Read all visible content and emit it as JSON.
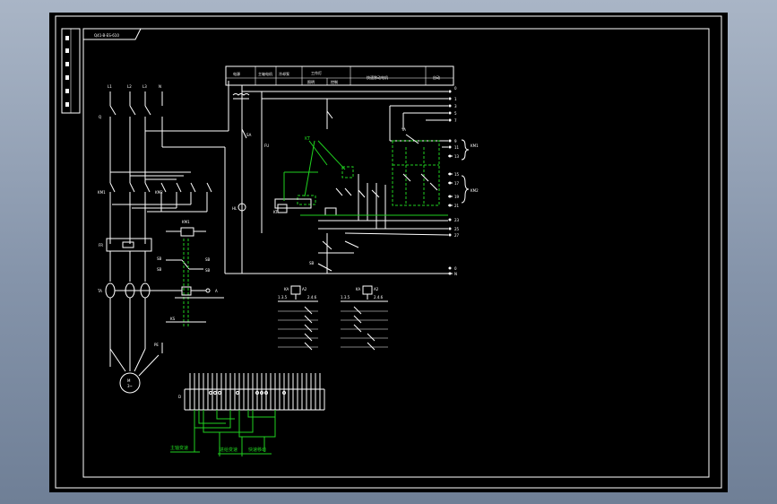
{
  "title_block": {
    "drawing_no": "Q41-B-ES-610"
  },
  "header_table": {
    "cells": [
      "电源",
      "主轴电机",
      "冷却泵",
      "工作灯",
      "照明",
      "控制",
      "快速移动电机",
      "自动"
    ]
  },
  "motor": {
    "label": "M"
  },
  "legend": {
    "labels": [
      "主轴变速",
      "进给变速",
      "快速移动"
    ]
  },
  "colors": {
    "background": "#000000",
    "line": "#ffffff",
    "highlight": "#1fd11f",
    "frame": "#8ea0b8"
  }
}
